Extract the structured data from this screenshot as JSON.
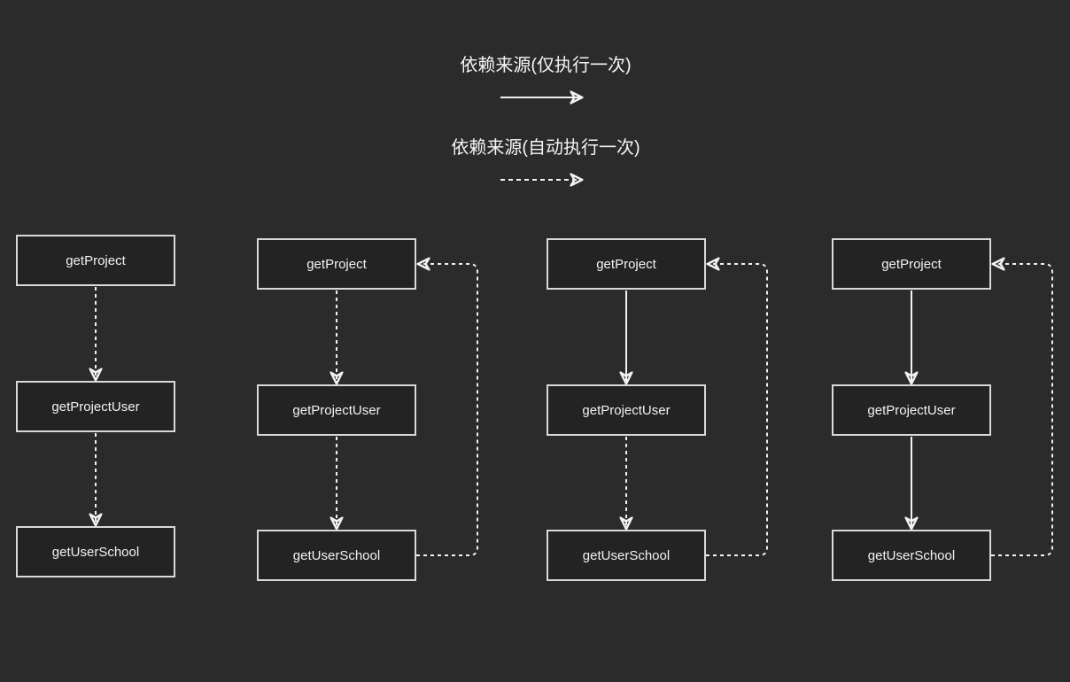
{
  "colors": {
    "background": "#2b2b2b",
    "node_fill": "#232323",
    "node_border": "#d9d9d9",
    "line": "#f2f2f2",
    "text": "#f2f2f2"
  },
  "legend": {
    "items": [
      {
        "label": "依赖来源(仅执行一次)",
        "arrow_style": "solid"
      },
      {
        "label": "依赖来源(自动执行一次)",
        "arrow_style": "dashed"
      }
    ]
  },
  "columns": [
    {
      "nodes": [
        {
          "label": "getProject"
        },
        {
          "label": "getProjectUser"
        },
        {
          "label": "getUserSchool"
        }
      ],
      "edges": [
        {
          "from": "getProject",
          "to": "getProjectUser",
          "style": "dashed"
        },
        {
          "from": "getProjectUser",
          "to": "getUserSchool",
          "style": "dashed"
        }
      ],
      "feedback_edge": null
    },
    {
      "nodes": [
        {
          "label": "getProject"
        },
        {
          "label": "getProjectUser"
        },
        {
          "label": "getUserSchool"
        }
      ],
      "edges": [
        {
          "from": "getProject",
          "to": "getProjectUser",
          "style": "dashed"
        },
        {
          "from": "getProjectUser",
          "to": "getUserSchool",
          "style": "dashed"
        }
      ],
      "feedback_edge": {
        "from": "getUserSchool",
        "to": "getProject",
        "style": "dashed"
      }
    },
    {
      "nodes": [
        {
          "label": "getProject"
        },
        {
          "label": "getProjectUser"
        },
        {
          "label": "getUserSchool"
        }
      ],
      "edges": [
        {
          "from": "getProject",
          "to": "getProjectUser",
          "style": "solid"
        },
        {
          "from": "getProjectUser",
          "to": "getUserSchool",
          "style": "dashed"
        }
      ],
      "feedback_edge": {
        "from": "getUserSchool",
        "to": "getProject",
        "style": "dashed"
      }
    },
    {
      "nodes": [
        {
          "label": "getProject"
        },
        {
          "label": "getProjectUser"
        },
        {
          "label": "getUserSchool"
        }
      ],
      "edges": [
        {
          "from": "getProject",
          "to": "getProjectUser",
          "style": "solid"
        },
        {
          "from": "getProjectUser",
          "to": "getUserSchool",
          "style": "solid"
        }
      ],
      "feedback_edge": {
        "from": "getUserSchool",
        "to": "getProject",
        "style": "dashed"
      }
    }
  ]
}
